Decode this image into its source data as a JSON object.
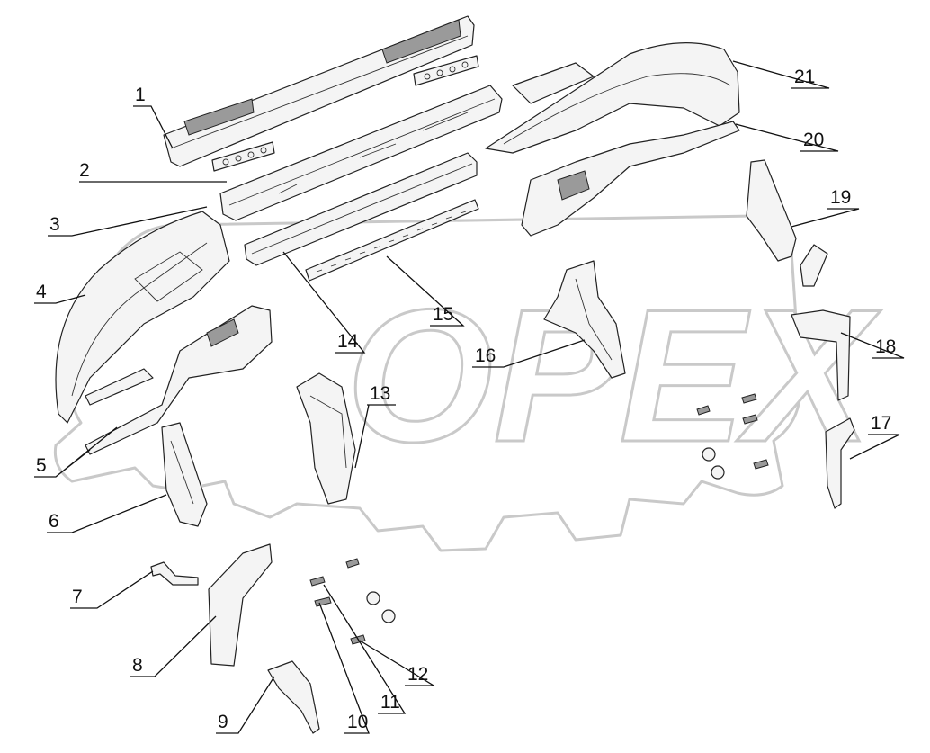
{
  "watermark": {
    "text": "OPEX"
  },
  "callouts": [
    "1",
    "2",
    "3",
    "4",
    "5",
    "6",
    "7",
    "8",
    "9",
    "10",
    "11",
    "12",
    "13",
    "14",
    "15",
    "16",
    "17",
    "18",
    "19",
    "20",
    "21"
  ]
}
